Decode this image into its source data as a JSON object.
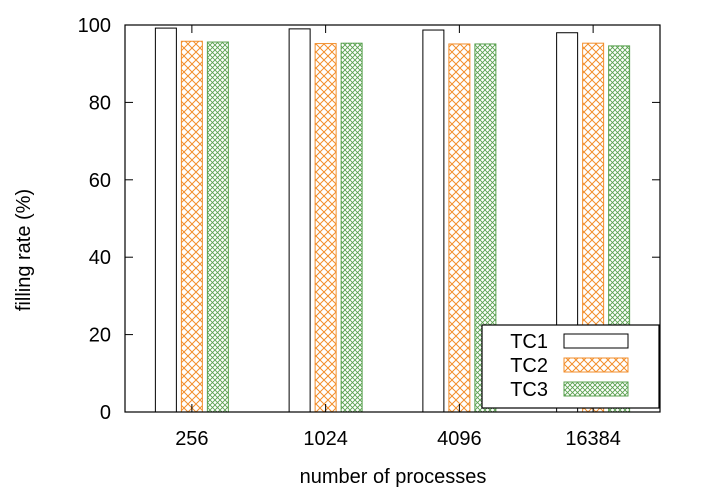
{
  "chart_data": {
    "type": "bar",
    "title": "",
    "xlabel": "number of processes",
    "ylabel": "filling rate (%)",
    "ylim": [
      0,
      100
    ],
    "yticks": [
      0,
      20,
      40,
      60,
      80,
      100
    ],
    "categories": [
      "256",
      "1024",
      "4096",
      "16384"
    ],
    "series": [
      {
        "name": "TC1",
        "values": [
          99.2,
          99.0,
          98.7,
          98.0
        ],
        "color": "#000000",
        "pattern": "none"
      },
      {
        "name": "TC2",
        "values": [
          95.8,
          95.2,
          95.1,
          95.3
        ],
        "color": "#f28e2b",
        "pattern": "crosshatch"
      },
      {
        "name": "TC3",
        "values": [
          95.6,
          95.3,
          95.1,
          94.6
        ],
        "color": "#59a14f",
        "pattern": "crosshatch-fine"
      }
    ],
    "legend": {
      "position": "bottom-right"
    },
    "grid": false
  }
}
